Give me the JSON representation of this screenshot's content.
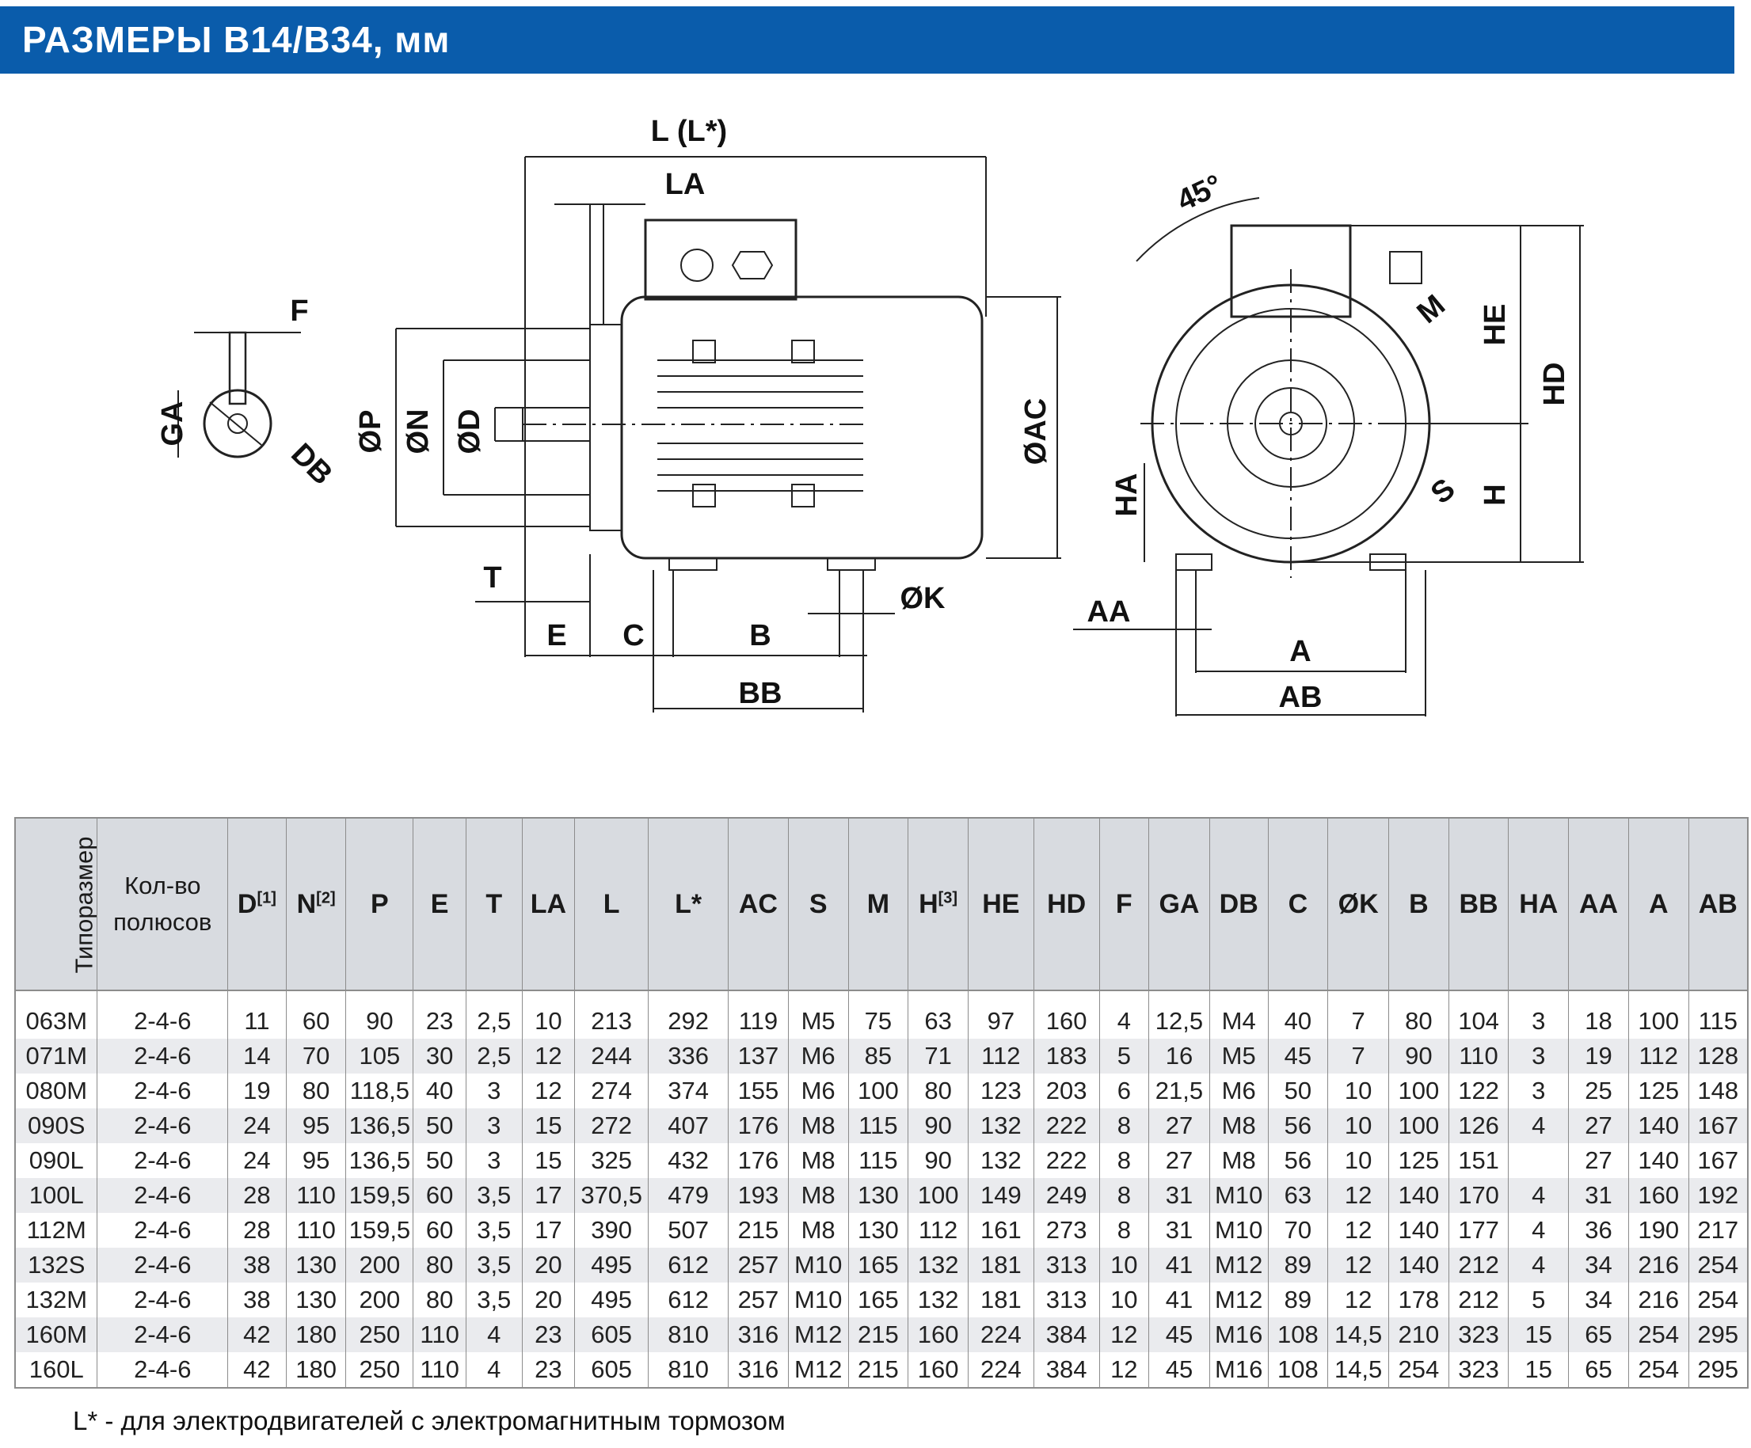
{
  "header": {
    "title": "РАЗМЕРЫ B14/B34, мм"
  },
  "drawing": {
    "labels": {
      "l_lstar": "L (L*)",
      "la": "LA",
      "f": "F",
      "ga": "GA",
      "db": "DB",
      "p": "ØP",
      "n": "ØN",
      "d": "ØD",
      "ac": "ØAC",
      "t": "T",
      "e": "E",
      "c": "C",
      "b": "B",
      "bb": "BB",
      "k": "ØK",
      "angle": "45°",
      "m": "M",
      "he": "HE",
      "hd": "HD",
      "ha": "HA",
      "h": "H",
      "s": "S",
      "aa": "AA",
      "a": "A",
      "ab": "AB"
    }
  },
  "table": {
    "headers": {
      "size": "Типоразмер",
      "poles_1": "Кол-во",
      "poles_2": "полюсов",
      "d": "D",
      "d_sup": "[1]",
      "n": "N",
      "n_sup": "[2]",
      "p": "P",
      "e": "E",
      "t": "T",
      "la": "LA",
      "l": "L",
      "lstar": "L*",
      "ac": "AC",
      "s": "S",
      "m": "M",
      "h": "H",
      "h_sup": "[3]",
      "he": "HE",
      "hd": "HD",
      "f": "F",
      "ga": "GA",
      "db": "DB",
      "c": "C",
      "k": "ØK",
      "b": "B",
      "bb": "BB",
      "ha": "HA",
      "aa": "AA",
      "a": "A",
      "ab": "AB"
    },
    "rows": [
      [
        "063M",
        "2-4-6",
        "11",
        "60",
        "90",
        "23",
        "2,5",
        "10",
        "213",
        "292",
        "119",
        "M5",
        "75",
        "63",
        "97",
        "160",
        "4",
        "12,5",
        "M4",
        "40",
        "7",
        "80",
        "104",
        "3",
        "18",
        "100",
        "115"
      ],
      [
        "071M",
        "2-4-6",
        "14",
        "70",
        "105",
        "30",
        "2,5",
        "12",
        "244",
        "336",
        "137",
        "M6",
        "85",
        "71",
        "112",
        "183",
        "5",
        "16",
        "M5",
        "45",
        "7",
        "90",
        "110",
        "3",
        "19",
        "112",
        "128"
      ],
      [
        "080M",
        "2-4-6",
        "19",
        "80",
        "118,5",
        "40",
        "3",
        "12",
        "274",
        "374",
        "155",
        "M6",
        "100",
        "80",
        "123",
        "203",
        "6",
        "21,5",
        "M6",
        "50",
        "10",
        "100",
        "122",
        "3",
        "25",
        "125",
        "148"
      ],
      [
        "090S",
        "2-4-6",
        "24",
        "95",
        "136,5",
        "50",
        "3",
        "15",
        "272",
        "407",
        "176",
        "M8",
        "115",
        "90",
        "132",
        "222",
        "8",
        "27",
        "M8",
        "56",
        "10",
        "100",
        "126",
        "4",
        "27",
        "140",
        "167"
      ],
      [
        "090L",
        "2-4-6",
        "24",
        "95",
        "136,5",
        "50",
        "3",
        "15",
        "325",
        "432",
        "176",
        "M8",
        "115",
        "90",
        "132",
        "222",
        "8",
        "27",
        "M8",
        "56",
        "10",
        "125",
        "151",
        "",
        "27",
        "140",
        "167"
      ],
      [
        "100L",
        "2-4-6",
        "28",
        "110",
        "159,5",
        "60",
        "3,5",
        "17",
        "370,5",
        "479",
        "193",
        "M8",
        "130",
        "100",
        "149",
        "249",
        "8",
        "31",
        "M10",
        "63",
        "12",
        "140",
        "170",
        "4",
        "31",
        "160",
        "192"
      ],
      [
        "112M",
        "2-4-6",
        "28",
        "110",
        "159,5",
        "60",
        "3,5",
        "17",
        "390",
        "507",
        "215",
        "M8",
        "130",
        "112",
        "161",
        "273",
        "8",
        "31",
        "M10",
        "70",
        "12",
        "140",
        "177",
        "4",
        "36",
        "190",
        "217"
      ],
      [
        "132S",
        "2-4-6",
        "38",
        "130",
        "200",
        "80",
        "3,5",
        "20",
        "495",
        "612",
        "257",
        "M10",
        "165",
        "132",
        "181",
        "313",
        "10",
        "41",
        "M12",
        "89",
        "12",
        "140",
        "212",
        "4",
        "34",
        "216",
        "254"
      ],
      [
        "132M",
        "2-4-6",
        "38",
        "130",
        "200",
        "80",
        "3,5",
        "20",
        "495",
        "612",
        "257",
        "M10",
        "165",
        "132",
        "181",
        "313",
        "10",
        "41",
        "M12",
        "89",
        "12",
        "178",
        "212",
        "5",
        "34",
        "216",
        "254"
      ],
      [
        "160M",
        "2-4-6",
        "42",
        "180",
        "250",
        "110",
        "4",
        "23",
        "605",
        "810",
        "316",
        "M12",
        "215",
        "160",
        "224",
        "384",
        "12",
        "45",
        "M16",
        "108",
        "14,5",
        "210",
        "323",
        "15",
        "65",
        "254",
        "295"
      ],
      [
        "160L",
        "2-4-6",
        "42",
        "180",
        "250",
        "110",
        "4",
        "23",
        "605",
        "810",
        "316",
        "M12",
        "215",
        "160",
        "224",
        "384",
        "12",
        "45",
        "M16",
        "108",
        "14,5",
        "254",
        "323",
        "15",
        "65",
        "254",
        "295"
      ]
    ]
  },
  "footnote": "L* - для электродвигателей с электромагнитным тормозом"
}
